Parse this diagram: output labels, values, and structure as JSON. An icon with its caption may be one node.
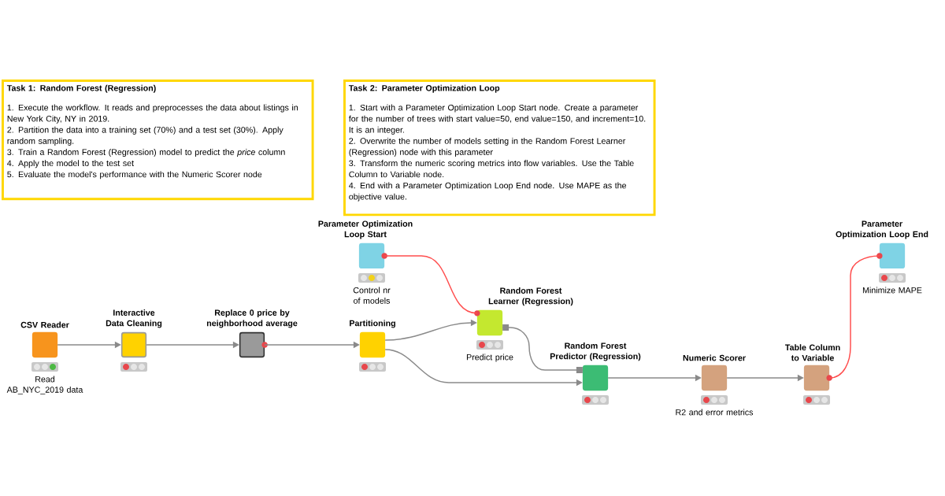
{
  "diagram": {
    "nodes": [
      {
        "text": [
          "Task 1: Random Forest (Regression)",
          "1. Execute the workflow. It reads and preprocesses the data about listings in New York City, NY in 2019.",
          "2. Partition the data into a training set (70%) and a test set (30%). Apply random sampling.",
          "3. Train a Random Forest (Regression) model to predict the *price* column",
          "4. Apply the model to the test set",
          "5. Evaluate the model's performance with the Numeric Scorer node"
        ]
      },
      {
        "text": [
          "Task 2: Parameter Optimization Loop",
          "1. Start with a Parameter Optimization Loop Start node. Create a parameter for the number of trees with start value=50, end value=150, and increment=10. It is an integer.",
          "2. Overwrite the number of models setting in the Random Forest Learner (Regression) node with this parameter",
          "3. Transform the numeric scoring metrics into flow variables. Use the Table Column to Variable node.",
          "4. End with a Parameter Optimization Loop End node. Use MAPE as the objective value."
        ]
      },
      {
        "text": [
          "CSV Reader"
        ],
        "beside": [
          "Read AB_NYC_2019 data"
        ]
      },
      {
        "text": [
          "Interactive Data Cleaning"
        ]
      },
      {
        "text": [
          "Replace 0 price by neighborhood average"
        ]
      },
      {
        "text": [
          "Partitioning"
        ]
      },
      {
        "text": [
          "Parameter Optimization Loop Start"
        ],
        "beside": [
          "Control nr of models"
        ]
      },
      {
        "text": [
          "Random Forest Learner (Regression)"
        ],
        "beside": [
          "Predict price"
        ]
      },
      {
        "text": [
          "Random Forest Predictor (Regression)"
        ]
      },
      {
        "text": [
          "Numeric Scorer"
        ],
        "beside": [
          "R2 and error metrics"
        ]
      },
      {
        "text": [
          "Table Column to Variable"
        ]
      },
      {
        "text": [
          "Parameter Optimization Loop End"
        ],
        "beside": [
          "Minimize MAPE"
        ]
      }
    ],
    "edges": [
      {
        "from": 2,
        "to": 3,
        "arrow": "to"
      },
      {
        "from": 3,
        "to": 4,
        "arrow": "to"
      },
      {
        "from": 4,
        "to": 5,
        "arrow": "to"
      },
      {
        "from": 6,
        "to": 7,
        "arrow": "none",
        "color": "#ff4d4d"
      },
      {
        "from": 5,
        "to": 7,
        "arrow": "to"
      },
      {
        "from": 5,
        "to": 8,
        "arrow": "to"
      },
      {
        "from": 7,
        "to": 8,
        "arrow": "other"
      },
      {
        "from": 8,
        "to": 9,
        "arrow": "to"
      },
      {
        "from": 9,
        "to": 10,
        "arrow": "to"
      },
      {
        "from": 10,
        "to": 11,
        "arrow": "none",
        "color": "#ff4d4d"
      }
    ]
  }
}
